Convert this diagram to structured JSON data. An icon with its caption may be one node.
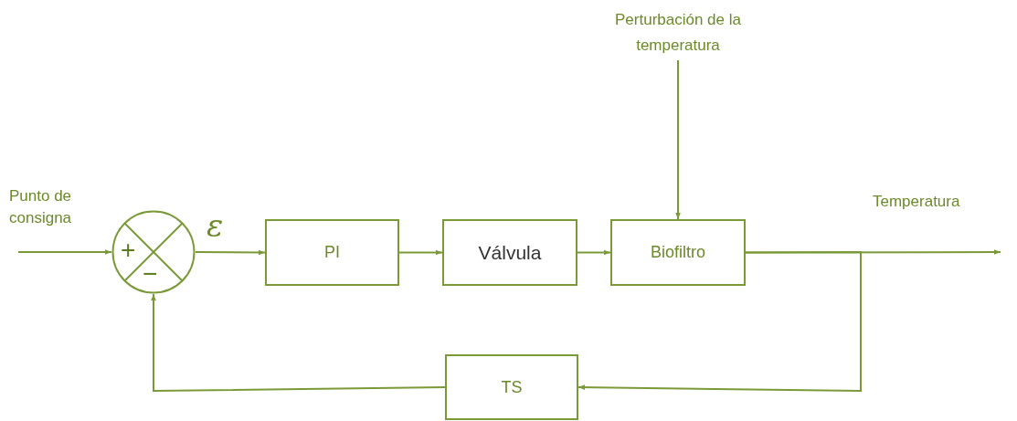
{
  "diagram": {
    "nodes": [
      {
        "text": [
          "+",
          "−"
        ]
      },
      {
        "text": [
          "PI"
        ]
      },
      {
        "text": [
          "Válvula"
        ]
      },
      {
        "text": [
          "Biofiltro"
        ]
      },
      {
        "text": [
          "TS"
        ]
      },
      {
        "text": [
          "Perturbación de la temperatura"
        ]
      }
    ],
    "edges": [
      {
        "from": null,
        "to": 0,
        "arrow": "to"
      },
      {
        "from": 0,
        "to": 1,
        "arrow": "to"
      },
      {
        "from": 1,
        "to": 2,
        "arrow": "to"
      },
      {
        "from": 2,
        "to": 3,
        "arrow": "to"
      },
      {
        "from": 5,
        "to": 3,
        "arrow": "to"
      },
      {
        "from": 3,
        "to": null,
        "arrow": "to"
      },
      {
        "from": 3,
        "to": 4,
        "arrow": "to"
      },
      {
        "from": 4,
        "to": 0,
        "arrow": "to"
      }
    ],
    "labels": [
      "Punto de consigna",
      "ε",
      "Temperatura"
    ]
  }
}
